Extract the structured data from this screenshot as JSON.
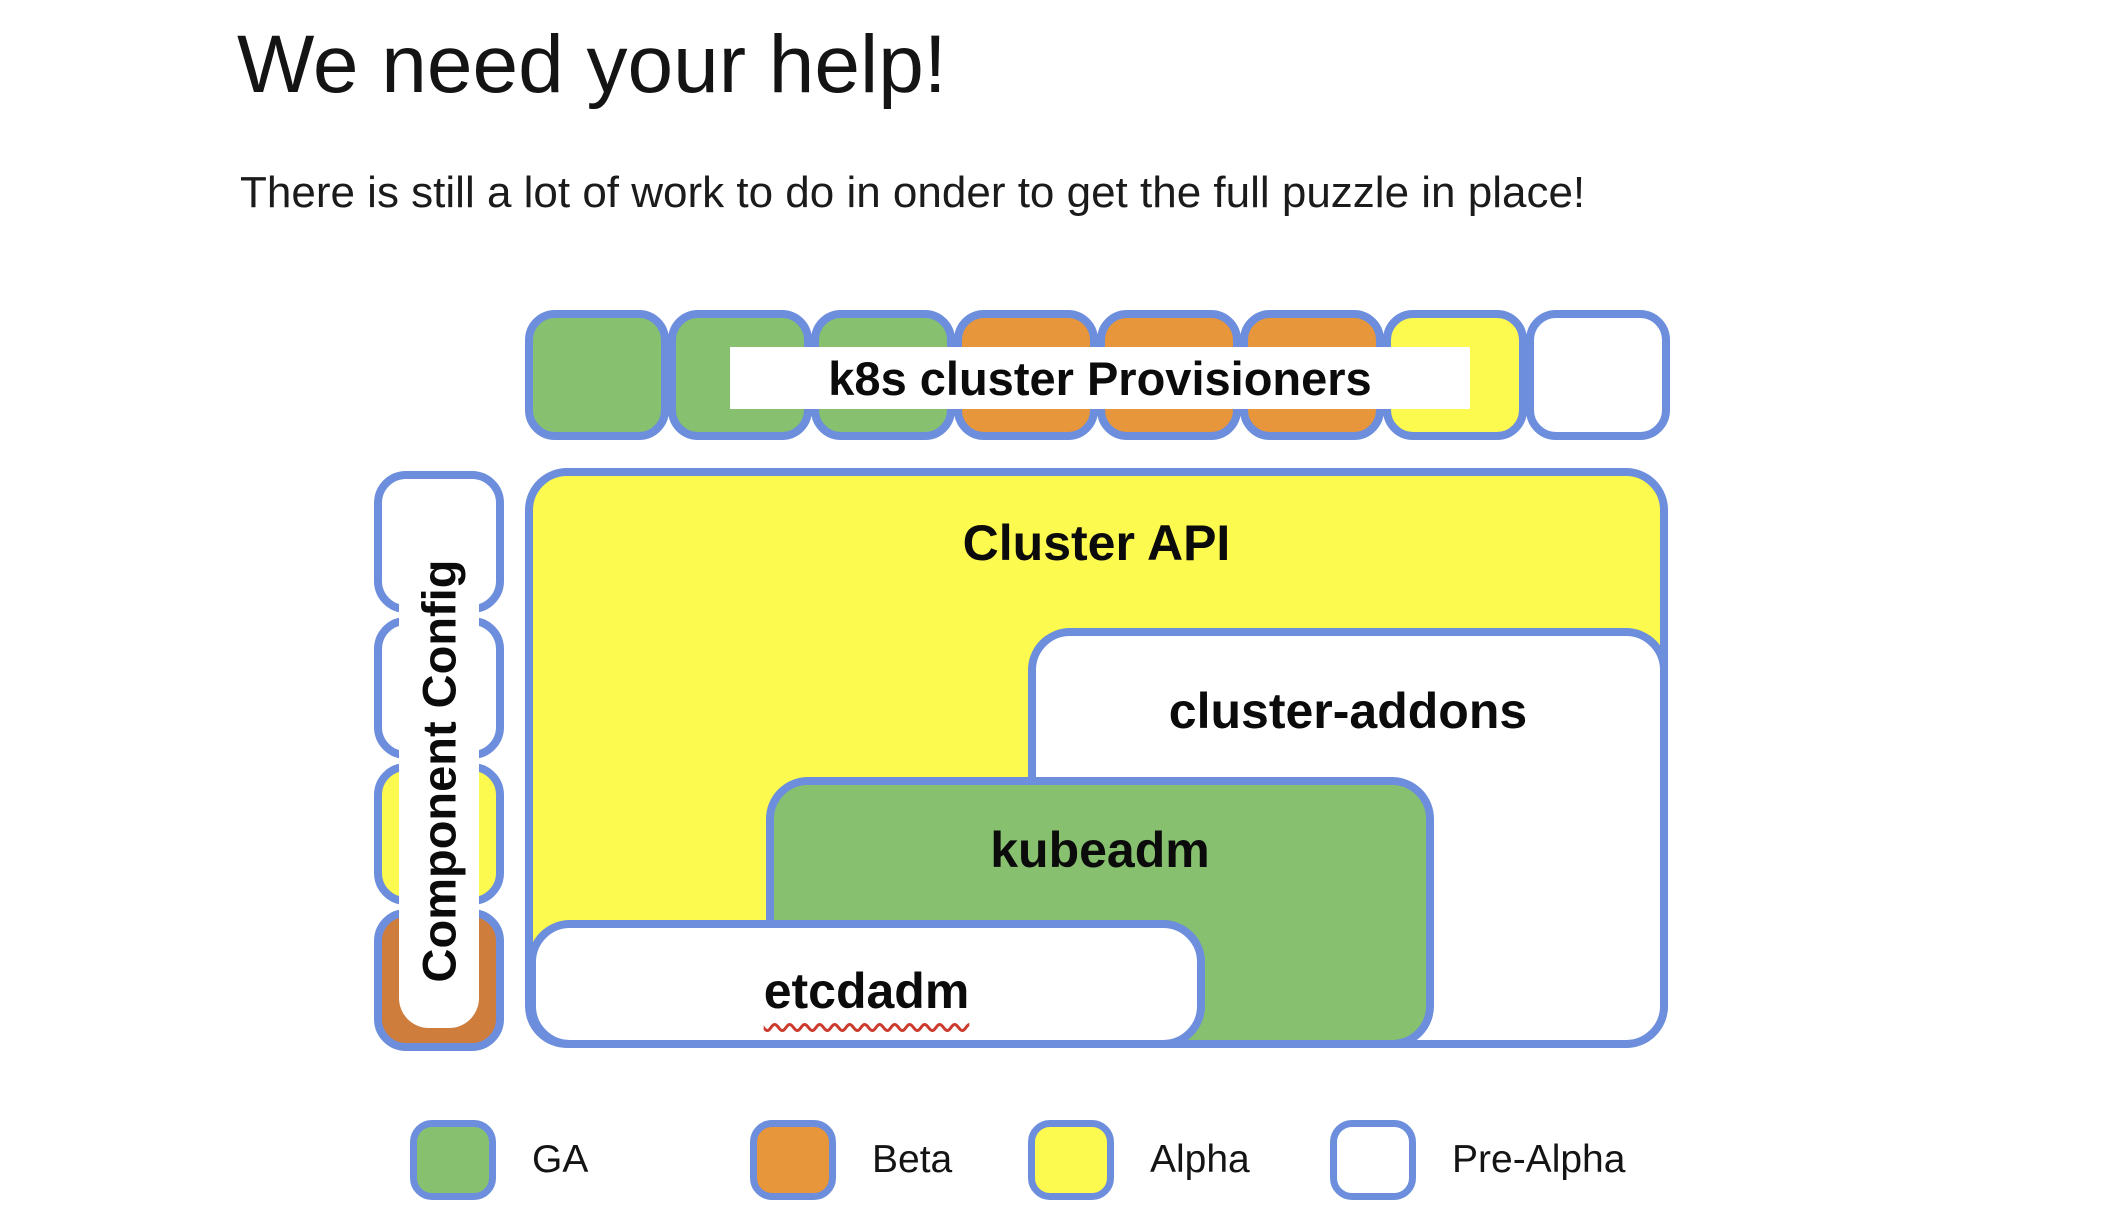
{
  "header": {
    "title": "We need your help!",
    "subtitle": "There is still a lot of work to do in onder to get the full puzzle in place!"
  },
  "provisioners": {
    "label": "k8s cluster Provisioners",
    "pieces": [
      {
        "status": "ga"
      },
      {
        "status": "ga"
      },
      {
        "status": "ga"
      },
      {
        "status": "beta"
      },
      {
        "status": "beta"
      },
      {
        "status": "beta"
      },
      {
        "status": "alpha"
      },
      {
        "status": "pre_alpha"
      }
    ]
  },
  "component_config": {
    "label": "Component Config",
    "squares": [
      {
        "status": "pre_alpha"
      },
      {
        "status": "pre_alpha"
      },
      {
        "status": "alpha"
      },
      {
        "status": "beta_dark"
      }
    ]
  },
  "blocks": {
    "cluster_api": {
      "label": "Cluster API",
      "status": "alpha"
    },
    "cluster_addons": {
      "label": "cluster-addons",
      "status": "pre_alpha"
    },
    "kubeadm": {
      "label": "kubeadm",
      "status": "ga"
    },
    "etcdadm": {
      "label": "etcdadm",
      "status": "pre_alpha",
      "spellcheck_squiggle": true
    }
  },
  "legend": {
    "items": [
      {
        "label": "GA",
        "status": "ga"
      },
      {
        "label": "Beta",
        "status": "beta"
      },
      {
        "label": "Alpha",
        "status": "alpha"
      },
      {
        "label": "Pre-Alpha",
        "status": "pre_alpha"
      }
    ]
  },
  "colors": {
    "ga_green": "#87C16F",
    "beta_orange": "#E8963C",
    "alpha_yellow": "#FCFA4F",
    "pre_alpha_white": "#FFFFFF",
    "config_beta_orange": "#CE7D3D",
    "border_blue": "#6C8EDC",
    "squiggle_red": "#CC3B2E"
  }
}
